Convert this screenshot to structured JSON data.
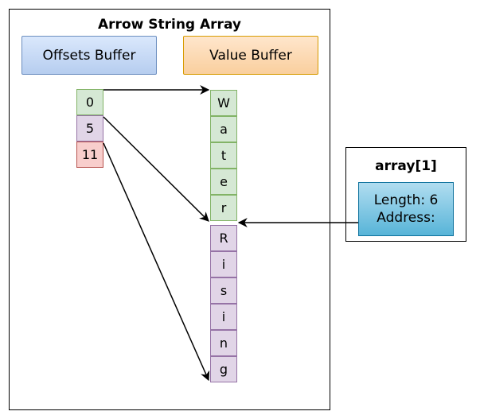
{
  "title": "Arrow String Array",
  "offsets_buffer": {
    "label": "Offsets Buffer",
    "values": [
      "0",
      "5",
      "11"
    ]
  },
  "value_buffer": {
    "label": "Value Buffer",
    "chars": [
      "W",
      "a",
      "t",
      "e",
      "r",
      "R",
      "i",
      "s",
      "i",
      "n",
      "g"
    ]
  },
  "array_ref": {
    "title": "array[1]",
    "length_label": "Length: 6",
    "address_label": "Address:"
  },
  "colors": {
    "green": "#d5e8d4",
    "purple": "#e1d5e7",
    "red": "#f8cecc",
    "blue": "#b1ddf0",
    "orange": "#ffe6cc"
  }
}
